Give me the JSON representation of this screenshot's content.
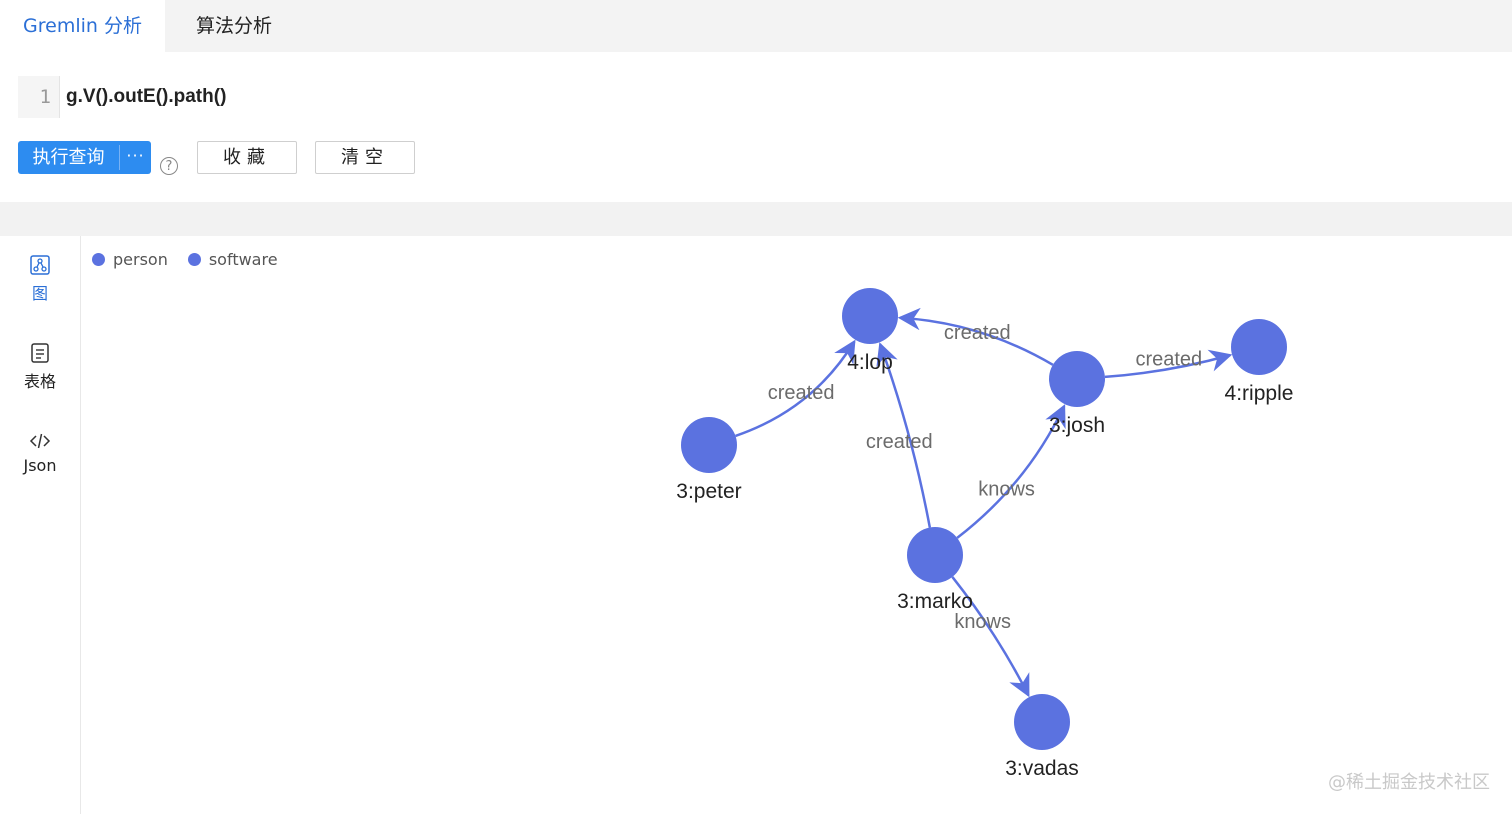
{
  "tabs": [
    {
      "label": "Gremlin 分析",
      "active": true
    },
    {
      "label": "算法分析",
      "active": false
    }
  ],
  "editor": {
    "line_number": "1",
    "query": "g.V().outE().path()"
  },
  "toolbar": {
    "run_label": "执行查询",
    "more_label": "···",
    "help_label": "?",
    "favorite_label": "收藏",
    "clear_label": "清空"
  },
  "sidebar": {
    "items": [
      {
        "label": "图",
        "icon": "graph-icon",
        "active": true
      },
      {
        "label": "表格",
        "icon": "table-icon",
        "active": false
      },
      {
        "label": "Json",
        "icon": "code-icon",
        "active": false
      }
    ]
  },
  "legend": [
    {
      "label": "person",
      "color": "#5b72e0"
    },
    {
      "label": "software",
      "color": "#5b72e0"
    }
  ],
  "graph": {
    "node_color": "#5b72e0",
    "edge_color": "#5b72e0",
    "nodes": [
      {
        "id": "4:lop",
        "label": "4:lop"
      },
      {
        "id": "3:josh",
        "label": "3:josh"
      },
      {
        "id": "4:ripple",
        "label": "4:ripple"
      },
      {
        "id": "3:peter",
        "label": "3:peter"
      },
      {
        "id": "3:marko",
        "label": "3:marko"
      },
      {
        "id": "3:vadas",
        "label": "3:vadas"
      }
    ],
    "edges": [
      {
        "source": "3:peter",
        "target": "4:lop",
        "label": "created"
      },
      {
        "source": "3:josh",
        "target": "4:lop",
        "label": "created"
      },
      {
        "source": "3:josh",
        "target": "4:ripple",
        "label": "created"
      },
      {
        "source": "3:marko",
        "target": "4:lop",
        "label": "created"
      },
      {
        "source": "3:marko",
        "target": "3:josh",
        "label": "knows"
      },
      {
        "source": "3:marko",
        "target": "3:vadas",
        "label": "knows"
      }
    ]
  },
  "watermark": "@稀土掘金技术社区"
}
